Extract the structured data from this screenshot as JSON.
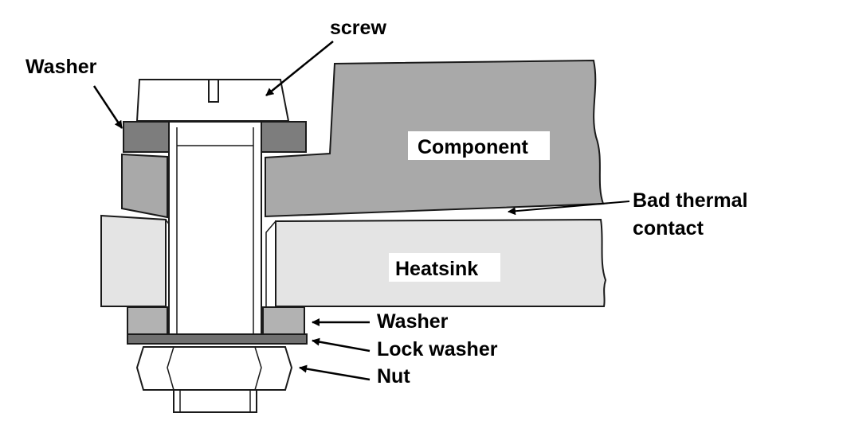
{
  "labels": {
    "screw": "screw",
    "washer_top": "Washer",
    "component": "Component",
    "bad_thermal_contact_line1": "Bad thermal",
    "bad_thermal_contact_line2": "contact",
    "heatsink": "Heatsink",
    "washer_bottom": "Washer",
    "lock_washer": "Lock washer",
    "nut": "Nut"
  },
  "colors": {
    "component": "#a9a9a9",
    "heatsink": "#e4e4e4",
    "washer_dark": "#7d7d7d",
    "washer_mid": "#b2b2b2",
    "lock_washer": "#707070",
    "outline": "#1a1a1a",
    "bolt": "#ffffff"
  }
}
